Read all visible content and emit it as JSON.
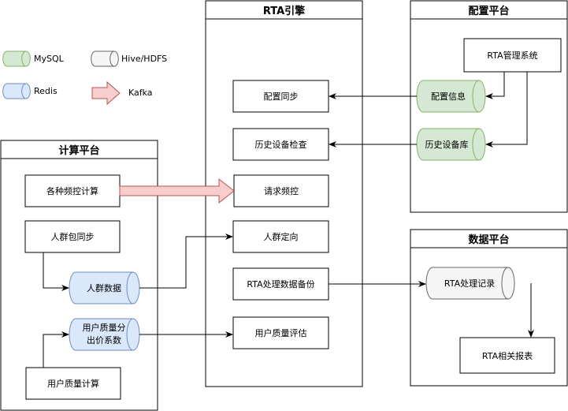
{
  "legend": {
    "mysql": "MySQL",
    "hive": "Hive/HDFS",
    "redis": "Redis",
    "kafka": "Kafka"
  },
  "groups": {
    "rta": {
      "title": "RTA引擎",
      "items": {
        "config_sync": "配置同步",
        "history_check": "历史设备检查",
        "request_freq": "请求频控",
        "crowd_target": "人群定向",
        "backup": "RTA处理数据备份",
        "quality_eval": "用户质量评估"
      }
    },
    "config": {
      "title": "配置平台",
      "mgmt": "RTA管理系统",
      "config_info": "配置信息",
      "history_lib": "历史设备库"
    },
    "compute": {
      "title": "计算平台",
      "freq_calc": "各种频控计算",
      "crowd_sync": "人群包同步",
      "crowd_data": "人群数据",
      "quality_score_l1": "用户质量分",
      "quality_score_l2": "出价系数",
      "quality_calc": "用户质量计算"
    },
    "data": {
      "title": "数据平台",
      "process_log": "RTA处理记录",
      "report": "RTA相关报表"
    }
  },
  "colors": {
    "mysql_fill": "#d5e8d4",
    "mysql_stroke": "#82b366",
    "redis_fill": "#dae8fc",
    "redis_stroke": "#6c8ebf",
    "hive_fill": "#f5f5f5",
    "hive_stroke": "#666666",
    "kafka_fill": "#f8cecc",
    "kafka_stroke": "#b85450"
  }
}
